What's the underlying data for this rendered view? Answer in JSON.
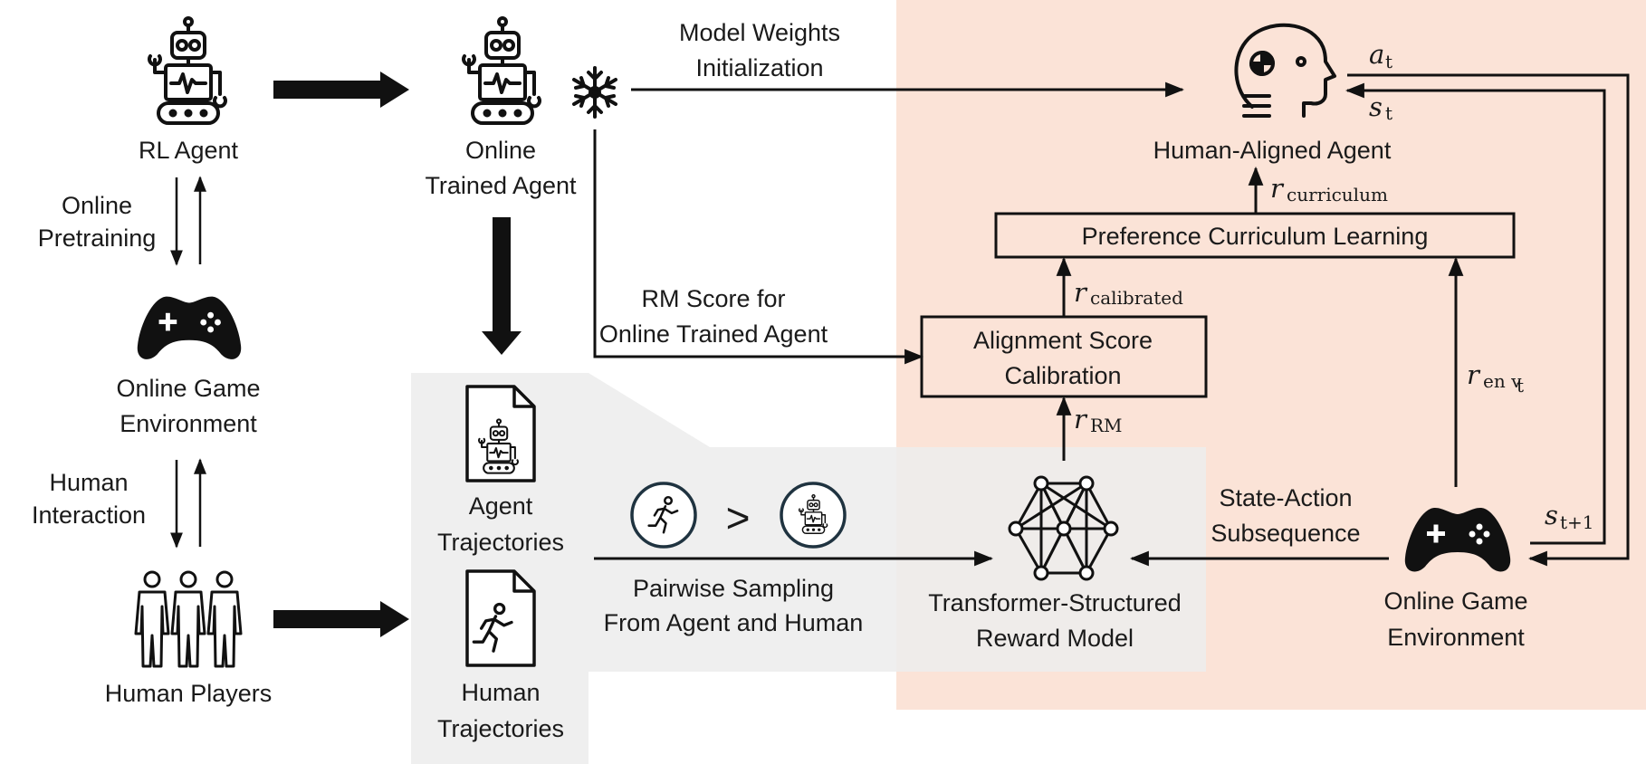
{
  "colors": {
    "peach_panel": "#fbe3d7",
    "gray_panel": "#eeeeee",
    "ink": "#111111"
  },
  "left": {
    "rl_agent": "RL Agent",
    "online_pretraining": [
      "Online",
      "Pretraining"
    ],
    "online_game_env": [
      "Online Game",
      "Environment"
    ],
    "human_interaction": [
      "Human",
      "Interaction"
    ],
    "human_players": "Human Players"
  },
  "middle": {
    "online_trained_agent": [
      "Online",
      "Trained Agent"
    ],
    "agent_trajectories": [
      "Agent",
      "Trajectories"
    ],
    "human_trajectories": [
      "Human",
      "Trajectories"
    ],
    "pairwise_sampling": [
      "Pairwise Sampling",
      "From Agent and Human"
    ],
    "comparison_symbol": ">"
  },
  "right": {
    "model_weights": [
      "Model Weights",
      "Initialization"
    ],
    "rm_score": [
      "RM Score for",
      "Online Trained Agent"
    ],
    "human_aligned_agent": "Human-Aligned Agent",
    "preference_curriculum": "Preference Curriculum Learning",
    "alignment_calibration": [
      "Alignment Score",
      "Calibration"
    ],
    "reward_model": [
      "Transformer-Structured",
      "Reward Model"
    ],
    "state_action": [
      "State-Action",
      "Subsequence"
    ],
    "online_game_env": [
      "Online Game",
      "Environment"
    ],
    "r_curriculum": {
      "base": "r",
      "sub": "curriculum"
    },
    "r_calibrated": {
      "base": "r",
      "sub": "calibrated"
    },
    "r_rm": {
      "base": "r",
      "sub": "RM"
    },
    "r_env": {
      "base": "r",
      "sub": "en v",
      "subsub": "t"
    },
    "a_t": {
      "base": "a",
      "sub": "t"
    },
    "s_t": {
      "base": "s",
      "sub": "t"
    },
    "s_t1": {
      "base": "s",
      "sub": "t+1"
    }
  },
  "icons": [
    "robot-icon",
    "snowflake-icon",
    "gamepad-icon",
    "people-icon",
    "document-icon",
    "runner-icon",
    "network-icon",
    "head-icon"
  ]
}
